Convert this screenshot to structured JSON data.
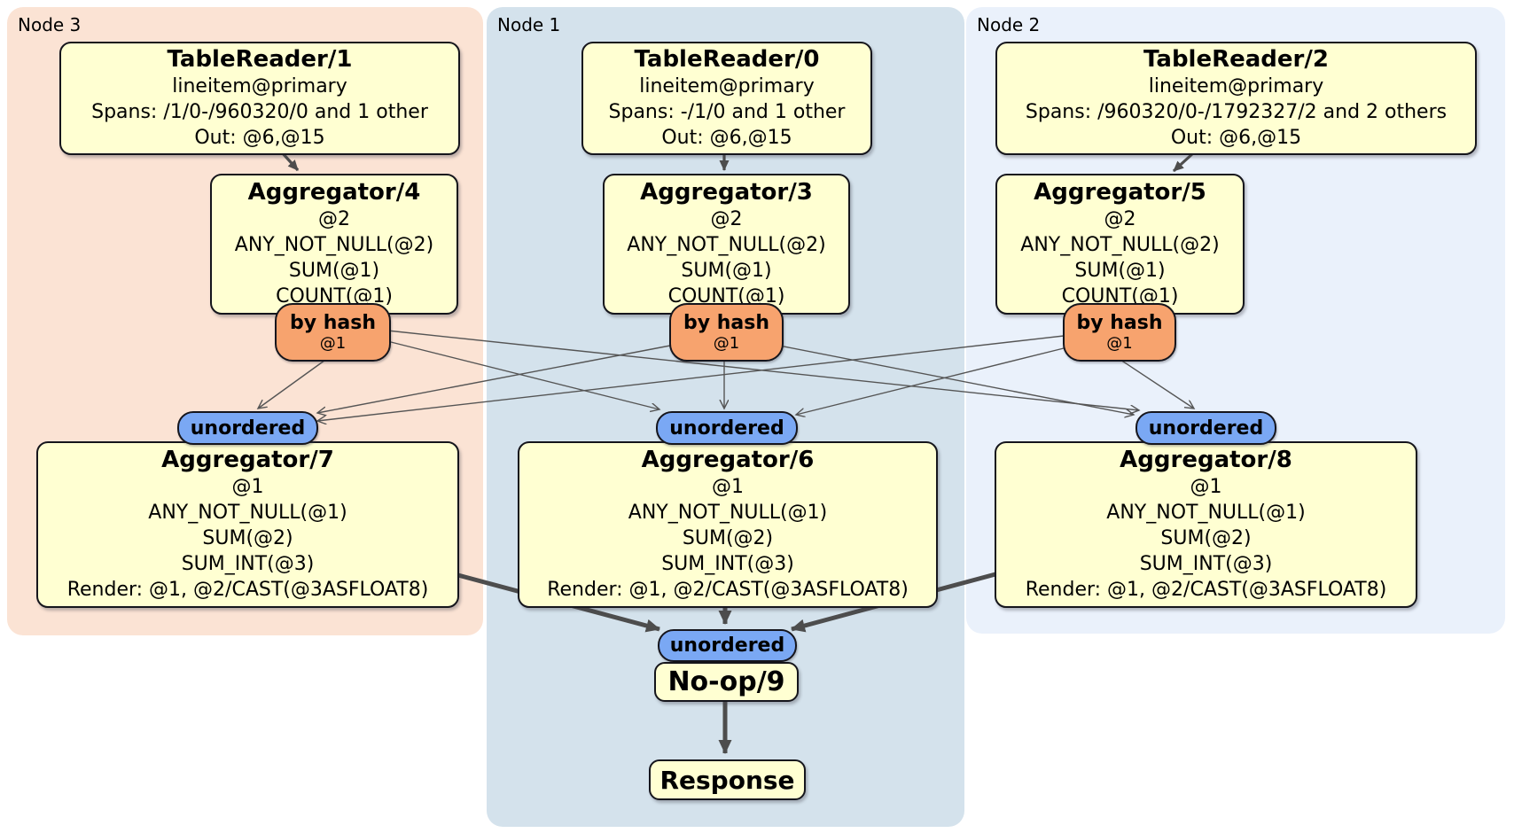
{
  "nodes": [
    {
      "label": "Node 3",
      "table_reader": {
        "title": "TableReader/1",
        "index": "lineitem@primary",
        "spans": "Spans: /1/0-/960320/0 and 1 other",
        "out": "Out: @6,@15"
      },
      "aggregator_pre": {
        "title": "Aggregator/4",
        "lines": [
          "@2",
          "ANY_NOT_NULL(@2)",
          "SUM(@1)",
          "COUNT(@1)"
        ]
      },
      "router": {
        "label": "by hash",
        "key": "@1"
      },
      "stream": {
        "label": "unordered"
      },
      "aggregator_final": {
        "title": "Aggregator/7",
        "lines": [
          "@1",
          "ANY_NOT_NULL(@1)",
          "SUM(@2)",
          "SUM_INT(@3)",
          "Render: @1, @2/CAST(@3ASFLOAT8)"
        ]
      }
    },
    {
      "label": "Node 1",
      "table_reader": {
        "title": "TableReader/0",
        "index": "lineitem@primary",
        "spans": "Spans: -/1/0 and 1 other",
        "out": "Out: @6,@15"
      },
      "aggregator_pre": {
        "title": "Aggregator/3",
        "lines": [
          "@2",
          "ANY_NOT_NULL(@2)",
          "SUM(@1)",
          "COUNT(@1)"
        ]
      },
      "router": {
        "label": "by hash",
        "key": "@1"
      },
      "stream": {
        "label": "unordered"
      },
      "aggregator_final": {
        "title": "Aggregator/6",
        "lines": [
          "@1",
          "ANY_NOT_NULL(@1)",
          "SUM(@2)",
          "SUM_INT(@3)",
          "Render: @1, @2/CAST(@3ASFLOAT8)"
        ]
      }
    },
    {
      "label": "Node 2",
      "table_reader": {
        "title": "TableReader/2",
        "index": "lineitem@primary",
        "spans": "Spans: /960320/0-/1792327/2 and 2 others",
        "out": "Out: @6,@15"
      },
      "aggregator_pre": {
        "title": "Aggregator/5",
        "lines": [
          "@2",
          "ANY_NOT_NULL(@2)",
          "SUM(@1)",
          "COUNT(@1)"
        ]
      },
      "router": {
        "label": "by hash",
        "key": "@1"
      },
      "stream": {
        "label": "unordered"
      },
      "aggregator_final": {
        "title": "Aggregator/8",
        "lines": [
          "@1",
          "ANY_NOT_NULL(@1)",
          "SUM(@2)",
          "SUM_INT(@3)",
          "Render: @1, @2/CAST(@3ASFLOAT8)"
        ]
      }
    }
  ],
  "output": {
    "stream": "unordered",
    "noop": "No-op/9",
    "response": "Response"
  },
  "colors": {
    "node3_bg": "#fbe3d4",
    "node1_bg": "#d4e2ec",
    "node2_bg": "#eaf1fb",
    "processor_bg": "#ffffd2",
    "router_bg": "#f7a36e",
    "stream_bg": "#7aa8f4",
    "edge": "#4d4d4d"
  },
  "edges": [
    {
      "from": "TableReader/1",
      "to": "Aggregator/4"
    },
    {
      "from": "TableReader/0",
      "to": "Aggregator/3"
    },
    {
      "from": "TableReader/2",
      "to": "Aggregator/5"
    },
    {
      "from": "Aggregator/4 by hash",
      "to": "unordered/Aggregator/7"
    },
    {
      "from": "Aggregator/4 by hash",
      "to": "unordered/Aggregator/6"
    },
    {
      "from": "Aggregator/4 by hash",
      "to": "unordered/Aggregator/8"
    },
    {
      "from": "Aggregator/3 by hash",
      "to": "unordered/Aggregator/7"
    },
    {
      "from": "Aggregator/3 by hash",
      "to": "unordered/Aggregator/6"
    },
    {
      "from": "Aggregator/3 by hash",
      "to": "unordered/Aggregator/8"
    },
    {
      "from": "Aggregator/5 by hash",
      "to": "unordered/Aggregator/7"
    },
    {
      "from": "Aggregator/5 by hash",
      "to": "unordered/Aggregator/6"
    },
    {
      "from": "Aggregator/5 by hash",
      "to": "unordered/Aggregator/8"
    },
    {
      "from": "Aggregator/7",
      "to": "unordered/No-op/9"
    },
    {
      "from": "Aggregator/6",
      "to": "unordered/No-op/9"
    },
    {
      "from": "Aggregator/8",
      "to": "unordered/No-op/9"
    },
    {
      "from": "No-op/9",
      "to": "Response"
    }
  ]
}
